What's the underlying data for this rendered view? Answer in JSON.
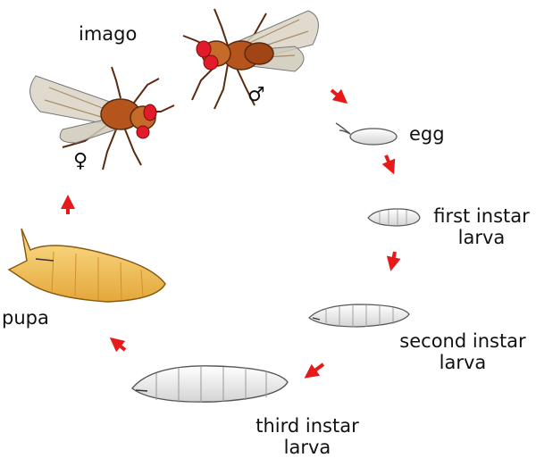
{
  "diagram": {
    "stages": {
      "imago": "imago",
      "egg": "egg",
      "first_instar_line1": "first instar",
      "first_instar_line2": "larva",
      "second_instar_line1": "second instar",
      "second_instar_line2": "larva",
      "third_instar_line1": "third instar",
      "third_instar_line2": "larva",
      "pupa": "pupa"
    },
    "symbols": {
      "male": "♂",
      "female": "♀"
    },
    "colors": {
      "arrow": "#e8191b",
      "fly_body": "#b5541c",
      "fly_eye": "#e21b2a",
      "wing": "#d9d4c4",
      "larva": "#ededed",
      "pupa": "#f2c04f",
      "outline": "#333333"
    }
  }
}
